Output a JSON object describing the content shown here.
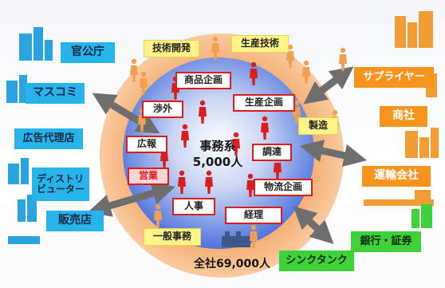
{
  "colors": {
    "outer_ring": "#f4ab6c",
    "inner_circle": "#5b7fe0",
    "person_red": "#d81e1e",
    "person_orange": "#f0a050",
    "building_blue": "#2aa4df",
    "building_orange": "#f39c34",
    "arrow": "#6e6e6e",
    "label_blue": "#27b4ea",
    "label_orange": "#f7941d",
    "label_green": "#3fd13a",
    "label_yellow": "#fff38a"
  },
  "external_left": {
    "govt": "官公庁",
    "media": "マスコミ",
    "ad_agency": "広告代理店",
    "distributor": "ディストリ\nビューター",
    "retailer": "販売店"
  },
  "external_right": {
    "supplier": "サプライヤー",
    "trading": "商社",
    "transport": "運輸会社",
    "bank": "銀行・証券"
  },
  "external_bottom": {
    "think_tank": "シンクタンク"
  },
  "ring_labels": {
    "tech_dev": "技術開発",
    "prod_tech": "生産技術",
    "manufacturing": "製造",
    "general_office": "一般事務"
  },
  "inner_labels": {
    "product_planning": "商品企画",
    "external_affairs": "渉外",
    "production_planning": "生産企画",
    "pr": "広報",
    "procurement": "調達",
    "sales": "営業",
    "logistics_planning": "物流企画",
    "hr": "人事",
    "accounting": "経理"
  },
  "center": {
    "line1": "事務系",
    "line2": "5,000人"
  },
  "company_total": "全社69,000人"
}
